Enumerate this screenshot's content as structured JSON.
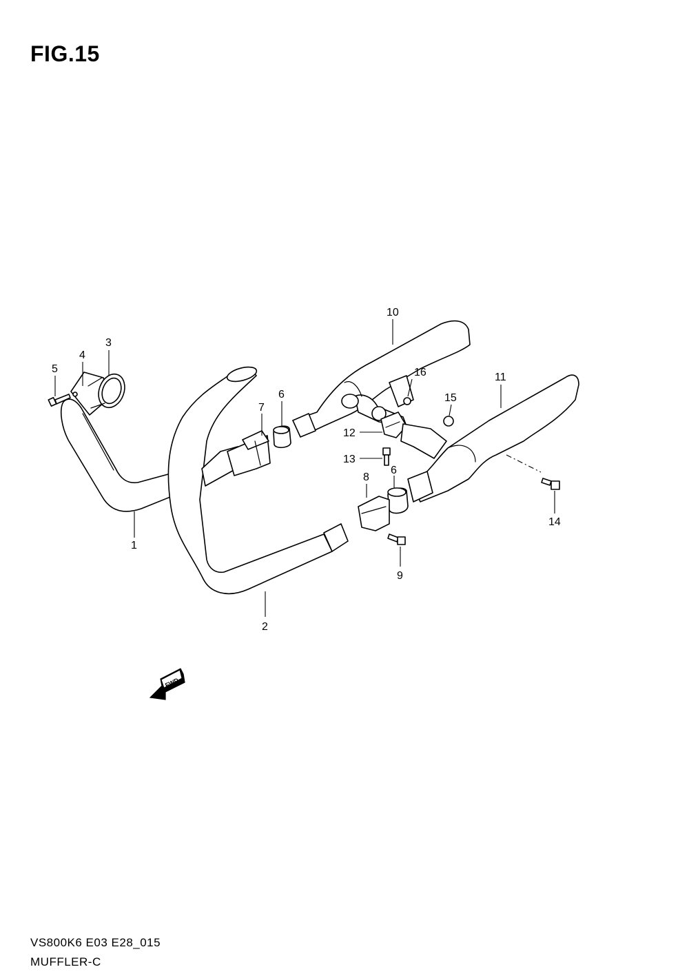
{
  "figure": {
    "title": "FIG.15"
  },
  "footer": {
    "model_code": "VS800K6 E03 E28_015",
    "section_name": "MUFFLER-C"
  },
  "fwd_label": "FWD",
  "callouts": [
    "1",
    "2",
    "3",
    "4",
    "5",
    "6",
    "6",
    "7",
    "8",
    "9",
    "10",
    "11",
    "12",
    "13",
    "14",
    "15",
    "16"
  ]
}
